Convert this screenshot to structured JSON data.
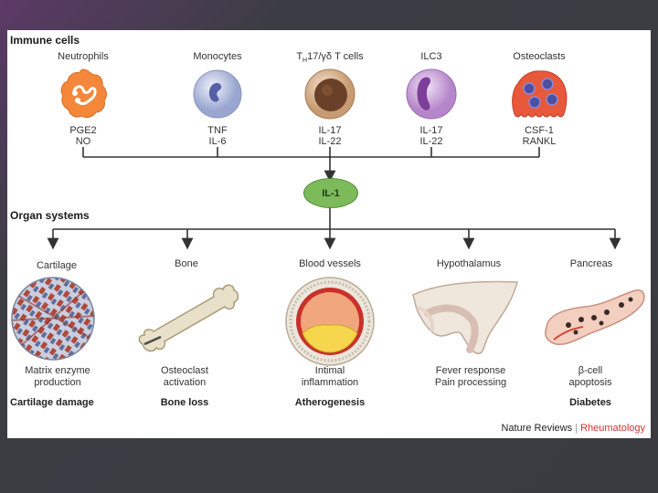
{
  "sections": {
    "immune_cells": "Immune cells",
    "organ_systems": "Organ systems"
  },
  "cells": [
    {
      "name": "Neutrophils",
      "mol1": "PGE2",
      "mol2": "NO"
    },
    {
      "name": "Monocytes",
      "mol1": "TNF",
      "mol2": "IL-6"
    },
    {
      "name_pre": "T",
      "name_sub": "H",
      "name_post": "17/γδ T cells",
      "mol1": "IL-17",
      "mol2": "IL-22"
    },
    {
      "name": "ILC3",
      "mol1": "IL-17",
      "mol2": "IL-22"
    },
    {
      "name": "Osteoclasts",
      "mol1": "CSF-1",
      "mol2": "RANKL"
    }
  ],
  "center_node": "IL-1",
  "organs": [
    {
      "name": "Cartilage",
      "effect1": "Matrix enzyme",
      "effect2": "production",
      "outcome": "Cartilage damage"
    },
    {
      "name": "Bone",
      "effect1": "Osteoclast",
      "effect2": "activation",
      "outcome": "Bone loss"
    },
    {
      "name": "Blood vessels",
      "effect1": "Intimal",
      "effect2": "inflammation",
      "outcome": "Atherogenesis"
    },
    {
      "name": "Hypothalamus",
      "effect1": "Fever response",
      "effect2": "Pain processing",
      "outcome": ""
    },
    {
      "name": "Pancreas",
      "effect1": "β-cell",
      "effect2": "apoptosis",
      "outcome": "Diabetes"
    }
  ],
  "source": {
    "journal": "Nature Reviews",
    "separator": "|",
    "field": "Rheumatology"
  },
  "colors": {
    "il1_node": "#7dbb5a",
    "source_field": "#d9302a"
  }
}
